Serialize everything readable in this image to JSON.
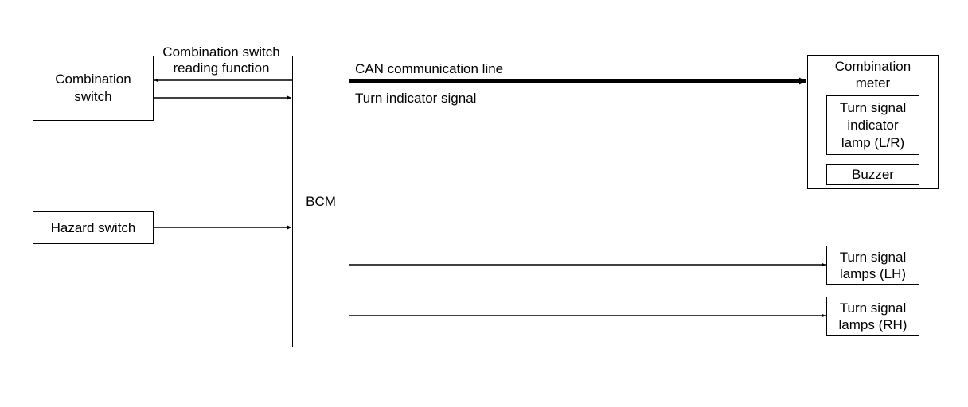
{
  "nodes": {
    "combination_switch": "Combination\nswitch",
    "hazard_switch": "Hazard switch",
    "bcm": "BCM",
    "combination_meter": "Combination\nmeter",
    "turn_signal_indicator_lamp": "Turn signal\nindicator\nlamp (L/R)",
    "buzzer": "Buzzer",
    "turn_signal_lamps_lh": "Turn signal\nlamps (LH)",
    "turn_signal_lamps_rh": "Turn signal\nlamps (RH)"
  },
  "edges": {
    "reading_function": "Combination switch\nreading function",
    "can_line": "CAN communication line",
    "turn_indicator_signal": "Turn indicator signal"
  },
  "colors": {
    "line": "#000000",
    "background": "#ffffff"
  }
}
